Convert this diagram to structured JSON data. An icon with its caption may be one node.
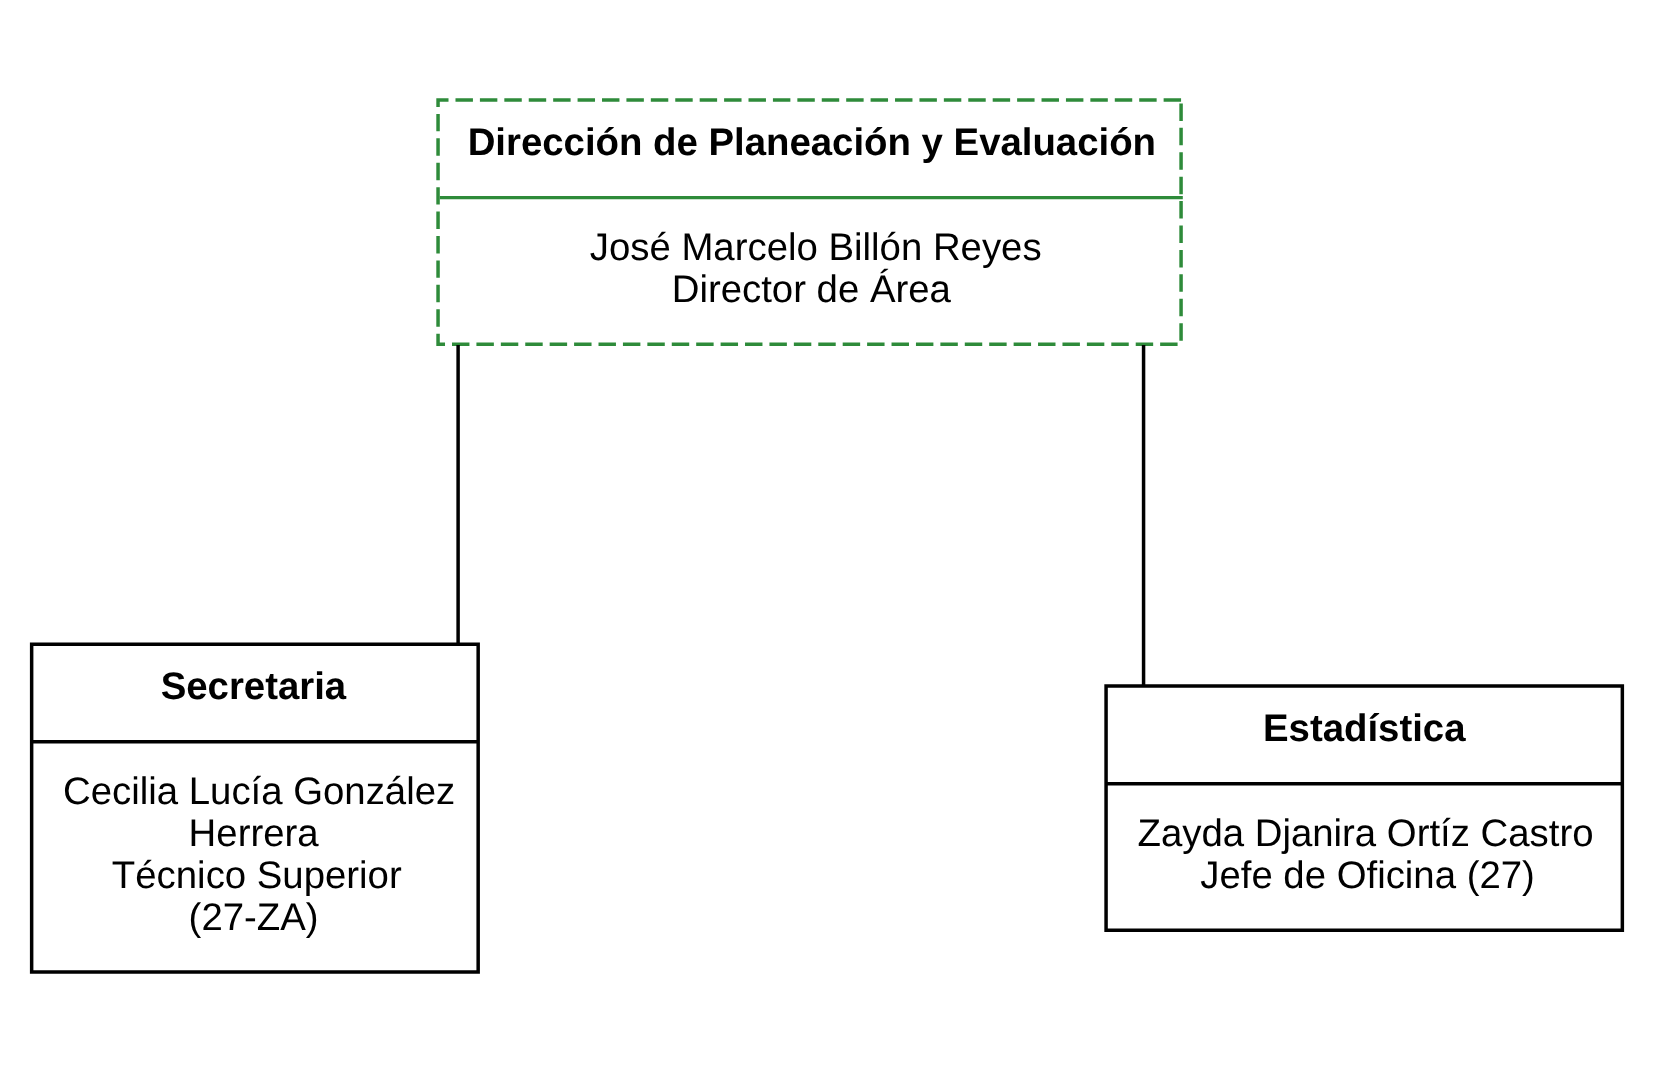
{
  "diagram": {
    "nodes": [
      {
        "text": [
          "Dirección de Planeación y Evaluación",
          "José Marcelo Billón Reyes",
          "Director de Área"
        ]
      },
      {
        "text": [
          "Secretaria",
          "Cecilia Lucía González Herrera",
          "Técnico Superior (27-ZA)"
        ]
      },
      {
        "text": [
          "Estadística",
          "Zayda Djanira Ortíz Castro",
          "Jefe de Oficina (27)"
        ]
      }
    ],
    "edges": [
      {
        "from": 0,
        "to": 1,
        "arrow": "none"
      },
      {
        "from": 0,
        "to": 2,
        "arrow": "none"
      }
    ]
  }
}
